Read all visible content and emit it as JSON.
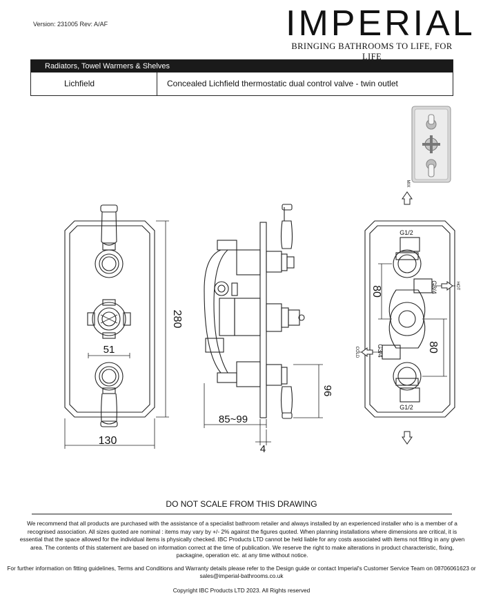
{
  "version_text": "Version: 231005 Rev: A/AF",
  "brand": {
    "logo": "IMPERIAL",
    "tagline": "BRINGING BATHROOMS TO LIFE, FOR LIFE"
  },
  "table": {
    "category": "Radiators, Towel Warmers & Shelves",
    "range": "Lichfield",
    "description": "Concealed Lichfield thermostatic dual control valve - twin outlet"
  },
  "dimensions": {
    "front_height": "280",
    "front_width": "130",
    "front_spacing": "51",
    "side_depth": "85~99",
    "side_plate": "4",
    "side_projection": "96",
    "back_spacing_top": "80",
    "back_spacing_bottom": "80",
    "thread_top": "G1/2",
    "thread_bottom": "G1/2",
    "thread_hot": "G3/4",
    "thread_cold": "G3/4"
  },
  "labels": {
    "mix": "MIX",
    "hot": "HOT",
    "cold": "COLD"
  },
  "footer": {
    "do_not_scale": "DO NOT SCALE FROM THIS DRAWING",
    "disclaimer": "We recommend that all products are purchased with the assistance of a specialist bathroom retailer and always installed by an experienced installer who is a member of a recognised association. All sizes quoted are nominal : items may vary by +/- 2% against the figures quoted. When planning installations where dimensions are critical, it is essential that the space allowed for the individual items is physically checked. IBC Products LTD cannot be held liable for any costs associated with items not fitting in any given area. The contents of this statement are based on information correct at the time of publication. We reserve the right to make alterations in product characteristic, fixing, packagine, operation etc. at any time without notice.",
    "further_info": "For further information on fitting guidelines, Terms and Conditions and Warranty details please refer to the Design guide or contact Imperial's Customer Service Team on 08706061623 or sales@imperial-bathrooms.co.uk",
    "copyright": "Copyright IBC Products LTD 2023. All Rights reserved"
  }
}
